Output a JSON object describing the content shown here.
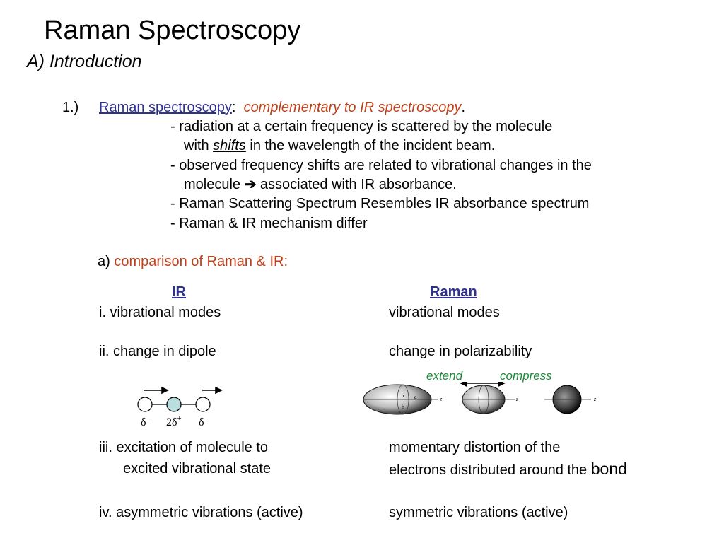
{
  "slide": {
    "title": "Raman Spectroscopy",
    "subtitle": "A) Introduction"
  },
  "point1": {
    "number": "1.)",
    "term": "Raman spectroscopy",
    "colon": ":",
    "definition": "complementary to IR spectroscopy",
    "period": ".",
    "bullets": {
      "b1_line1": "- radiation at a certain frequency is scattered by the molecule",
      "b1_line2_pre": "with ",
      "b1_line2_em": "shifts",
      "b1_line2_post": " in the wavelength of the incident beam.",
      "b2_line1": "- observed frequency shifts are related to vibrational changes in the",
      "b2_line2_pre": "molecule ",
      "b2_arrow": "➔",
      "b2_line2_post": " associated with IR absorbance.",
      "b3": "- Raman Scattering Spectrum Resembles IR absorbance spectrum",
      "b4": "- Raman & IR mechanism differ"
    }
  },
  "comparison": {
    "label": "a)",
    "heading": "comparison of Raman & IR:",
    "ir_header": "IR",
    "raman_header": "Raman",
    "rows": {
      "i_ir": "i. vibrational modes",
      "i_raman": "vibrational modes",
      "ii_ir": "ii. change in dipole",
      "ii_raman": "change in polarizability",
      "iii_ir_line1": "iii. excitation of molecule to",
      "iii_ir_line2": "excited vibrational state",
      "iii_raman_line1": "momentary distortion of the",
      "iii_raman_line2": "electrons distributed around the ",
      "iii_raman_bond": "bond",
      "iv_ir": "iv.  asymmetric vibrations (active)",
      "iv_raman": "symmetric vibrations (active)"
    }
  },
  "ir_diagram": {
    "charge_left": "δ",
    "charge_left_sup": "-",
    "charge_center": "2δ",
    "charge_center_sup": "+",
    "charge_right": "δ",
    "charge_right_sup": "-",
    "center_atom_color": "#b9dede"
  },
  "raman_diagram": {
    "extend_label": "extend",
    "compress_label": "compress",
    "axis_label": "z",
    "label_a": "a",
    "label_b": "b",
    "label_c": "c"
  }
}
